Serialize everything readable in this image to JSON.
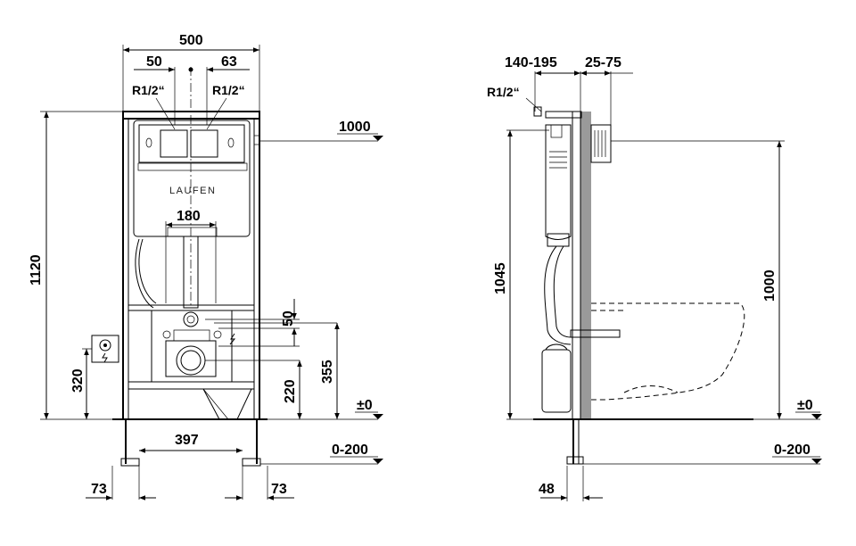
{
  "front_view": {
    "dims": {
      "width_total": "500",
      "offset_left": "50",
      "offset_right": "63",
      "thread_left": "R1/2“",
      "thread_right": "R1/2“",
      "height_total": "1120",
      "height_1000": "1000",
      "pipe_spacing": "180",
      "outlet_50": "50",
      "socket_height": "320",
      "outlet_355": "355",
      "outlet_220": "220",
      "floor_zero": "±0",
      "leg_extension": "0-200",
      "feet_spacing": "397",
      "foot_left": "73",
      "foot_right": "73"
    },
    "brand": "LAUFEN"
  },
  "side_view": {
    "dims": {
      "depth_range": "140-195",
      "offset_range": "25-75",
      "thread": "R1/2“",
      "height_1045": "1045",
      "height_1000": "1000",
      "floor_zero": "±0",
      "leg_extension": "0-200",
      "foot_48": "48"
    }
  }
}
